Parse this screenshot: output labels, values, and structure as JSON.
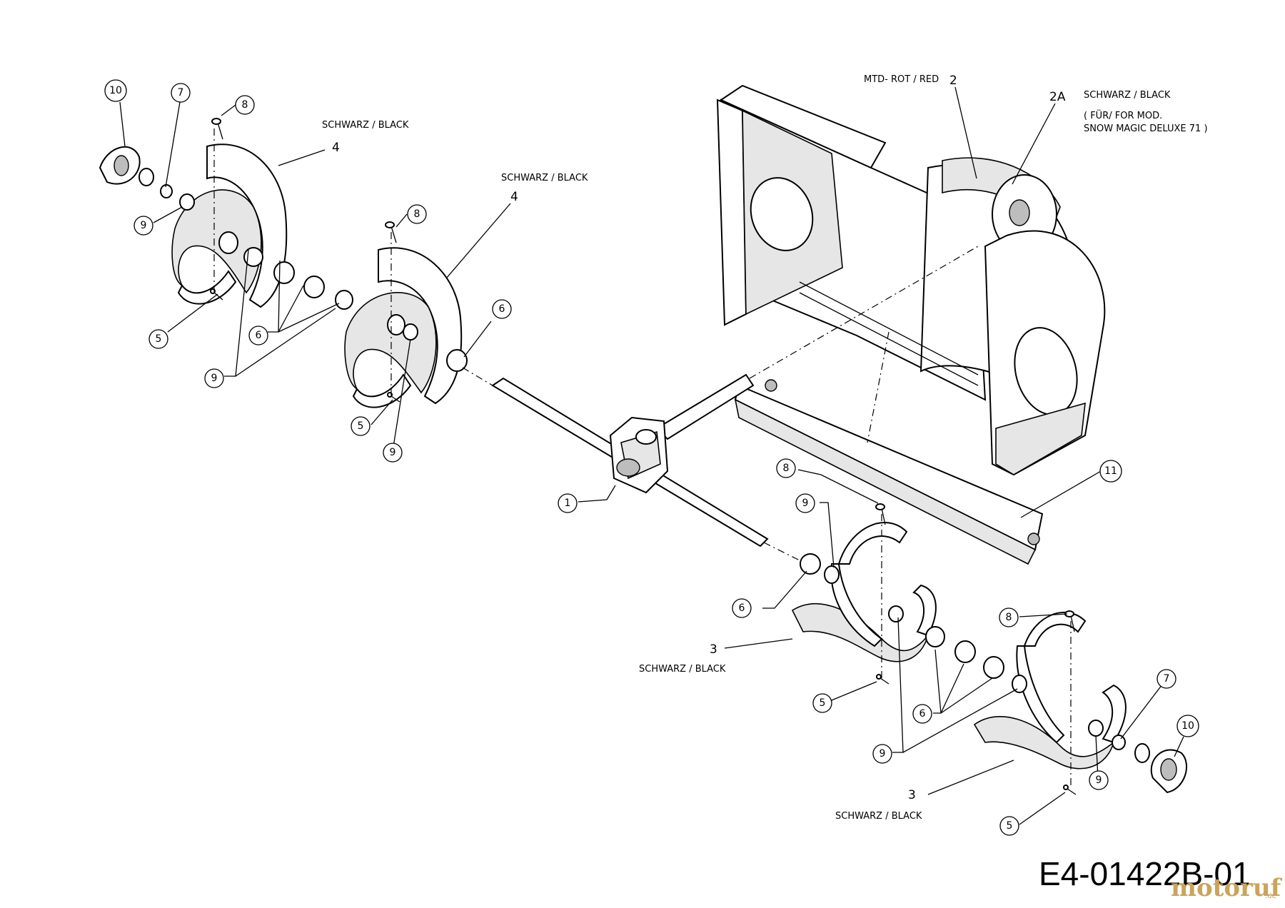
{
  "drawing_code": "E4-01422B-01",
  "watermark": {
    "brand": "motoruf",
    "suffix": ".de"
  },
  "color_notes": {
    "black_1": "SCHWARZ / BLACK",
    "black_2": "SCHWARZ / BLACK",
    "black_3": "SCHWARZ / BLACK",
    "black_4": "SCHWARZ / BLACK",
    "black_5": "SCHWARZ / BLACK",
    "red": "MTD- ROT / RED",
    "model_note_1": "( FÜR/ FOR MOD.",
    "model_note_2": "SNOW MAGIC DELUXE 71 )"
  },
  "part_numbers": {
    "p1": "1",
    "p2": "2",
    "p2a": "2A",
    "p3": "3",
    "p4": "4",
    "p5": "5",
    "p6": "6",
    "p7": "7",
    "p8": "8",
    "p9": "9",
    "p10": "10",
    "p11": "11"
  }
}
